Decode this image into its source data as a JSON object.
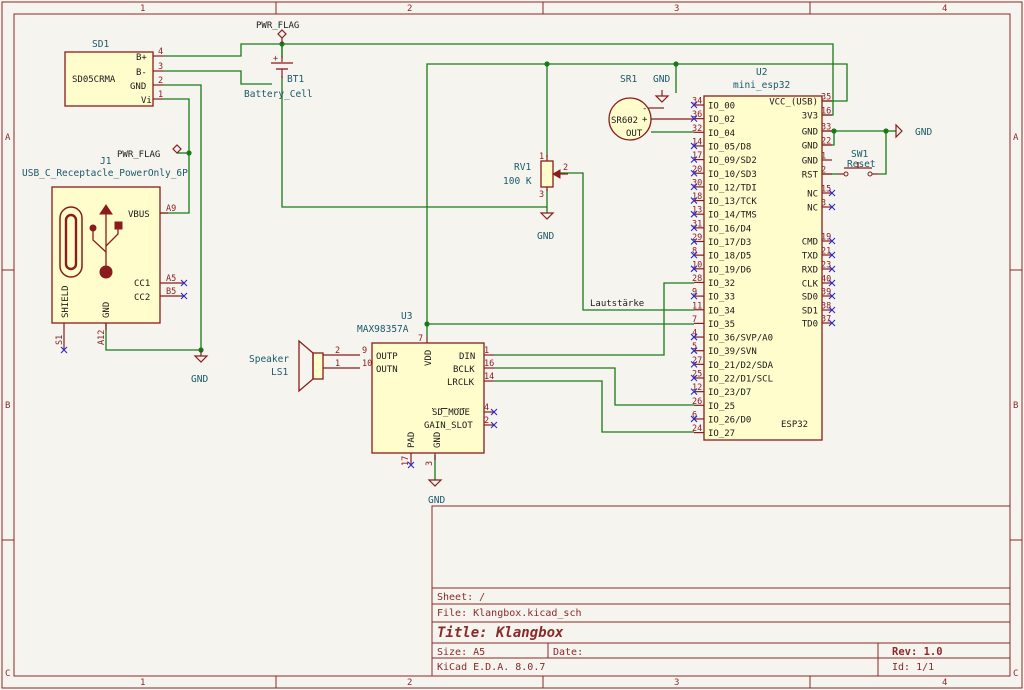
{
  "frame": {
    "columns": [
      "1",
      "2",
      "3",
      "4"
    ],
    "rows": [
      "A",
      "B",
      "C"
    ]
  },
  "title_block": {
    "sheet": "Sheet: /",
    "file": "File: Klangbox.kicad_sch",
    "title": "Title: Klangbox",
    "size": "Size: A5",
    "date": "Date:",
    "rev": "Rev: 1.0",
    "tool": "KiCad E.D.A. 8.0.7",
    "id": "Id: 1/1"
  },
  "components": {
    "sd1": {
      "ref": "SD1",
      "value": "SD05CRMA",
      "pins": [
        "B+",
        "B-",
        "GND",
        "Vi"
      ],
      "pin_numbers": [
        "4",
        "3",
        "2",
        "1"
      ]
    },
    "bt1": {
      "ref": "BT1",
      "value": "Battery_Cell",
      "plus": "+"
    },
    "j1": {
      "ref": "J1",
      "value": "USB_C_Receptacle_PowerOnly_6P",
      "pins": {
        "vbus": "VBUS",
        "cc1": "CC1",
        "cc2": "CC2",
        "shield": "SHIELD",
        "gnd": "GND"
      },
      "pin_numbers": {
        "vbus": "A9",
        "cc1": "A5",
        "cc2": "B5",
        "shield": "S1",
        "gnd": "A12"
      }
    },
    "sr1": {
      "ref": "SR1",
      "value": "SR602",
      "pins": {
        "plus": "+",
        "minus": "-",
        "out": "OUT"
      }
    },
    "rv1": {
      "ref": "RV1",
      "value": "100 K",
      "pin_numbers": [
        "1",
        "2",
        "3"
      ]
    },
    "u2": {
      "ref": "U2",
      "value": "mini_esp32",
      "label": "ESP32",
      "left_pins": [
        {
          "name": "IO_00",
          "num": "34"
        },
        {
          "name": "IO_02",
          "num": "36"
        },
        {
          "name": "IO_04",
          "num": "32"
        },
        {
          "name": "IO_05/D8",
          "num": "14"
        },
        {
          "name": "IO_09/SD2",
          "num": "17"
        },
        {
          "name": "IO_10/SD3",
          "num": "20"
        },
        {
          "name": "IO_12/TDI",
          "num": "30"
        },
        {
          "name": "IO_13/TCK",
          "num": "18"
        },
        {
          "name": "IO_14/TMS",
          "num": "13"
        },
        {
          "name": "IO_16/D4",
          "num": "31"
        },
        {
          "name": "IO_17/D3",
          "num": "29"
        },
        {
          "name": "IO_18/D5",
          "num": "8"
        },
        {
          "name": "IO_19/D6",
          "num": "10"
        },
        {
          "name": "IO_32",
          "num": "28"
        },
        {
          "name": "IO_33",
          "num": "9"
        },
        {
          "name": "IO_34",
          "num": "11"
        },
        {
          "name": "IO_35",
          "num": "7"
        },
        {
          "name": "IO_36/SVP/A0",
          "num": "4"
        },
        {
          "name": "IO_39/SVN",
          "num": "5"
        },
        {
          "name": "IO_21/D2/SDA",
          "num": "27"
        },
        {
          "name": "IO_22/D1/SCL",
          "num": "25"
        },
        {
          "name": "IO_23/D7",
          "num": "12"
        },
        {
          "name": "IO_25",
          "num": "26"
        },
        {
          "name": "IO_26/D0",
          "num": "6"
        },
        {
          "name": "IO_27",
          "num": "24"
        }
      ],
      "right_pins": [
        {
          "name": "VCC_(USB)",
          "num": "35"
        },
        {
          "name": "3V3",
          "num": "16"
        },
        {
          "name": "GND",
          "num": "33"
        },
        {
          "name": "GND",
          "num": "22"
        },
        {
          "name": "GND",
          "num": "1"
        },
        {
          "name": "RST",
          "num": "2"
        },
        {
          "name": "NC",
          "num": "15"
        },
        {
          "name": "NC",
          "num": "3"
        },
        {
          "name": "CMD",
          "num": "19"
        },
        {
          "name": "TXD",
          "num": "21"
        },
        {
          "name": "RXD",
          "num": "23"
        },
        {
          "name": "CLK",
          "num": "40"
        },
        {
          "name": "SD0",
          "num": "39"
        },
        {
          "name": "SD1",
          "num": "38"
        },
        {
          "name": "TD0",
          "num": "37"
        }
      ]
    },
    "sw1": {
      "ref": "SW1",
      "value": "Reset"
    },
    "u3": {
      "ref": "U3",
      "value": "MAX98357A",
      "pins": {
        "vdd": "VDD",
        "outp": "OUTP",
        "outn": "OUTN",
        "din": "DIN",
        "bclk": "BCLK",
        "lrclk": "LRCLK",
        "sd_mode": "SD_MODE",
        "gain_slot": "GAIN_SLOT",
        "pad": "PAD",
        "gnd": "GND"
      },
      "pin_numbers": {
        "vdd": "7",
        "outp": "9",
        "outn": "10",
        "din": "1",
        "bclk": "16",
        "lrclk": "14",
        "sd_mode": "4",
        "gain_slot": "2",
        "pad": "17",
        "gnd": "3"
      }
    },
    "ls1": {
      "ref": "LS1",
      "value": "Speaker",
      "pin_numbers": [
        "2",
        "1"
      ]
    }
  },
  "nets": {
    "pwr_flag_top": "PWR_FLAG",
    "pwr_flag_left": "PWR_FLAG",
    "gnd": "GND",
    "lautstaerke": "Lautstärke"
  }
}
